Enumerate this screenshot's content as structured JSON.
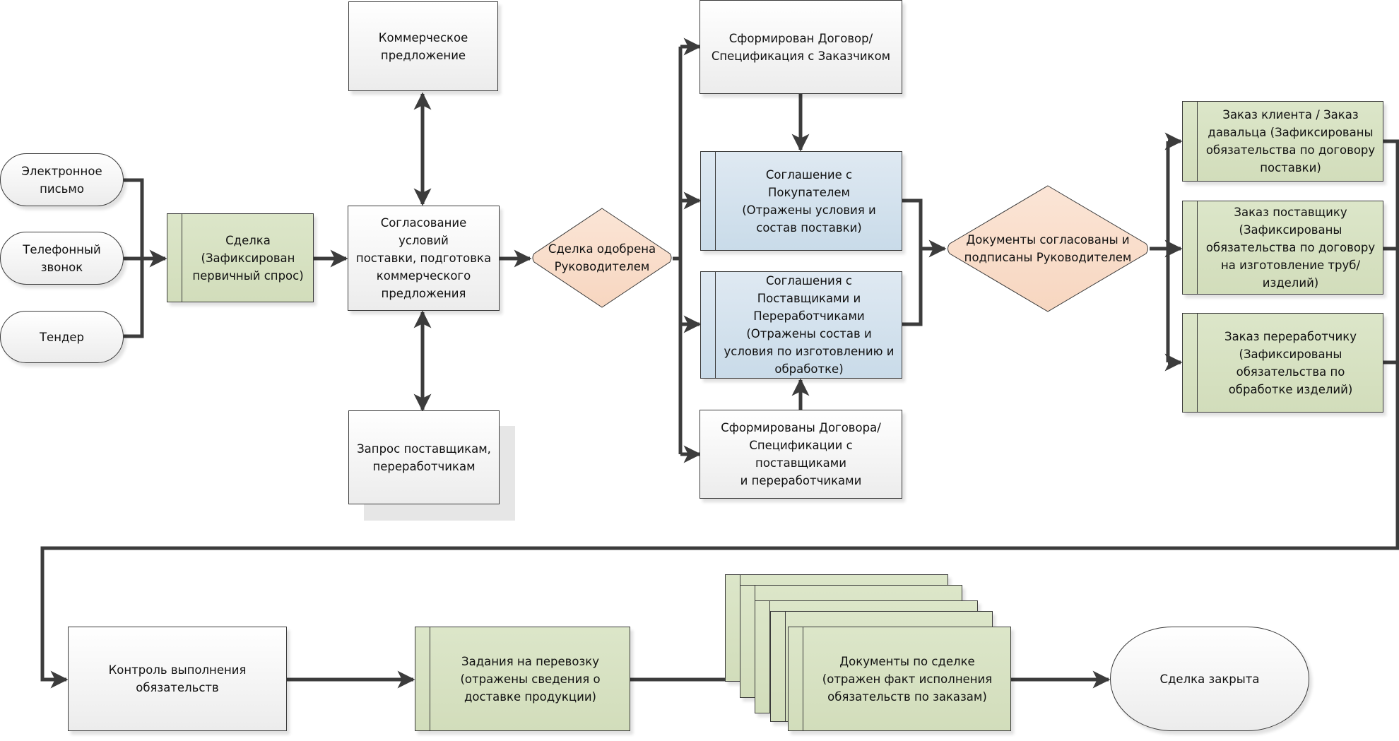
{
  "diagram": {
    "colors": {
      "connector": "#3c3c3c",
      "process_grey": "#f2f2f2",
      "document_green": "#d7e1c3",
      "agreement_blue": "#d3e2ee",
      "decision_peach": "#f9dcc8"
    },
    "sources": [
      {
        "id": "email",
        "label": "Электронное\nписьмо"
      },
      {
        "id": "phone",
        "label": "Телефонный\nзвонок"
      },
      {
        "id": "tender",
        "label": "Тендер"
      }
    ],
    "deal": {
      "label": "Сделка\n(Зафиксирован\nпервичный спрос)"
    },
    "commercial_offer": {
      "label": "Коммерческое\nпредложение"
    },
    "negotiation": {
      "label": "Согласование условий\nпоставки, подготовка\nкоммерческого\nпредложения"
    },
    "supplier_request": {
      "label": "Запрос поставщикам,\nпереработчикам"
    },
    "decision_approved": {
      "label": "Сделка одобрена\nРуководителем"
    },
    "customer_contract": {
      "label": "Сформирован Договор/\nСпецификация с Заказчиком"
    },
    "buyer_agreement": {
      "label": "Соглашение с Покупателем\n(Отражены условия и\nсостав поставки)"
    },
    "supplier_agreements": {
      "label": "Соглашения с\nПоставщиками и\nПереработчиками\n(Отражены состав и\nусловия по изготовлению и\nобработке)"
    },
    "supplier_contracts": {
      "label": "Сформированы Договора/\nСпецификации с поставщиками\nи переработчиками"
    },
    "decision_signed": {
      "label": "Документы согласованы и\nподписаны  Руководителем"
    },
    "orders": [
      {
        "id": "client_order",
        "label": "Заказ клиента / Заказ\nдавальца (Зафиксированы\nобязательства по договору\nпоставки)"
      },
      {
        "id": "supplier_order",
        "label": "Заказ поставщику\n(Зафиксированы\nобязательства по договору\nна изготовление труб/\nизделий)"
      },
      {
        "id": "processor_order",
        "label": "Заказ переработчику\n(Зафиксированы\nобязательства по\nобработке изделий)"
      }
    ],
    "control": {
      "label": "Контроль выполнения\nобязательств"
    },
    "transport_tasks": {
      "label": "Задания на перевозку\n(отражены сведения о\nдоставке продукции)"
    },
    "deal_documents": {
      "label": "Документы по сделке\n(отражен факт исполнения\nобязательств по заказам)",
      "stack_count": 5
    },
    "deal_closed": {
      "label": "Сделка закрыта"
    }
  }
}
